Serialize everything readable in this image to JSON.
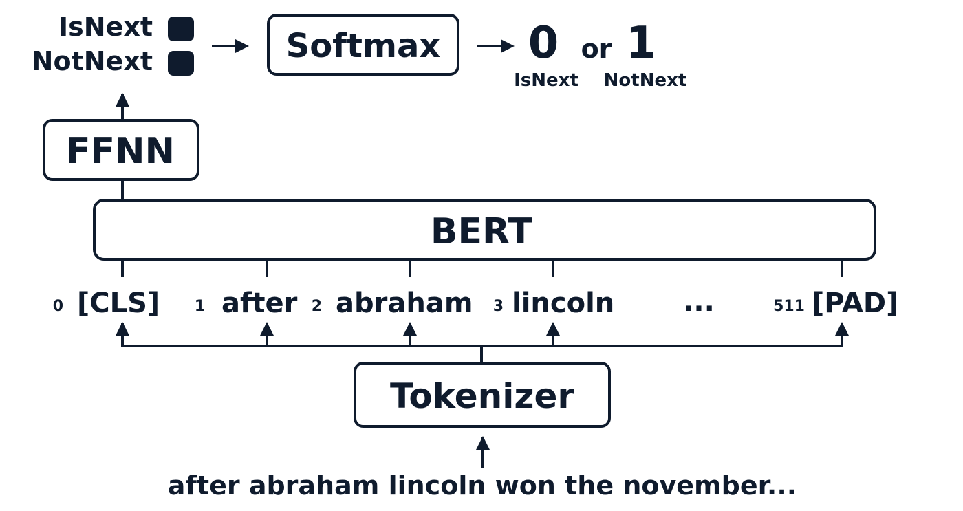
{
  "colors": {
    "ink": "#0f1b2d",
    "background": "#ffffff"
  },
  "classifier_outputs": {
    "isnext_label": "IsNext",
    "notnext_label": "NotNext"
  },
  "softmax": {
    "label": "Softmax"
  },
  "result": {
    "zero": "0",
    "or": "or",
    "one": "1",
    "zero_caption": "IsNext",
    "one_caption": "NotNext"
  },
  "ffnn": {
    "label": "FFNN"
  },
  "bert": {
    "label": "BERT"
  },
  "tokens": [
    {
      "index": "0",
      "text": "[CLS]"
    },
    {
      "index": "1",
      "text": "after"
    },
    {
      "index": "2",
      "text": "abraham"
    },
    {
      "index": "3",
      "text": "lincoln"
    },
    {
      "index": "",
      "text": "..."
    },
    {
      "index": "511",
      "text": "[PAD]"
    }
  ],
  "tokenizer": {
    "label": "Tokenizer"
  },
  "input_sentence": "after abraham lincoln won the november..."
}
